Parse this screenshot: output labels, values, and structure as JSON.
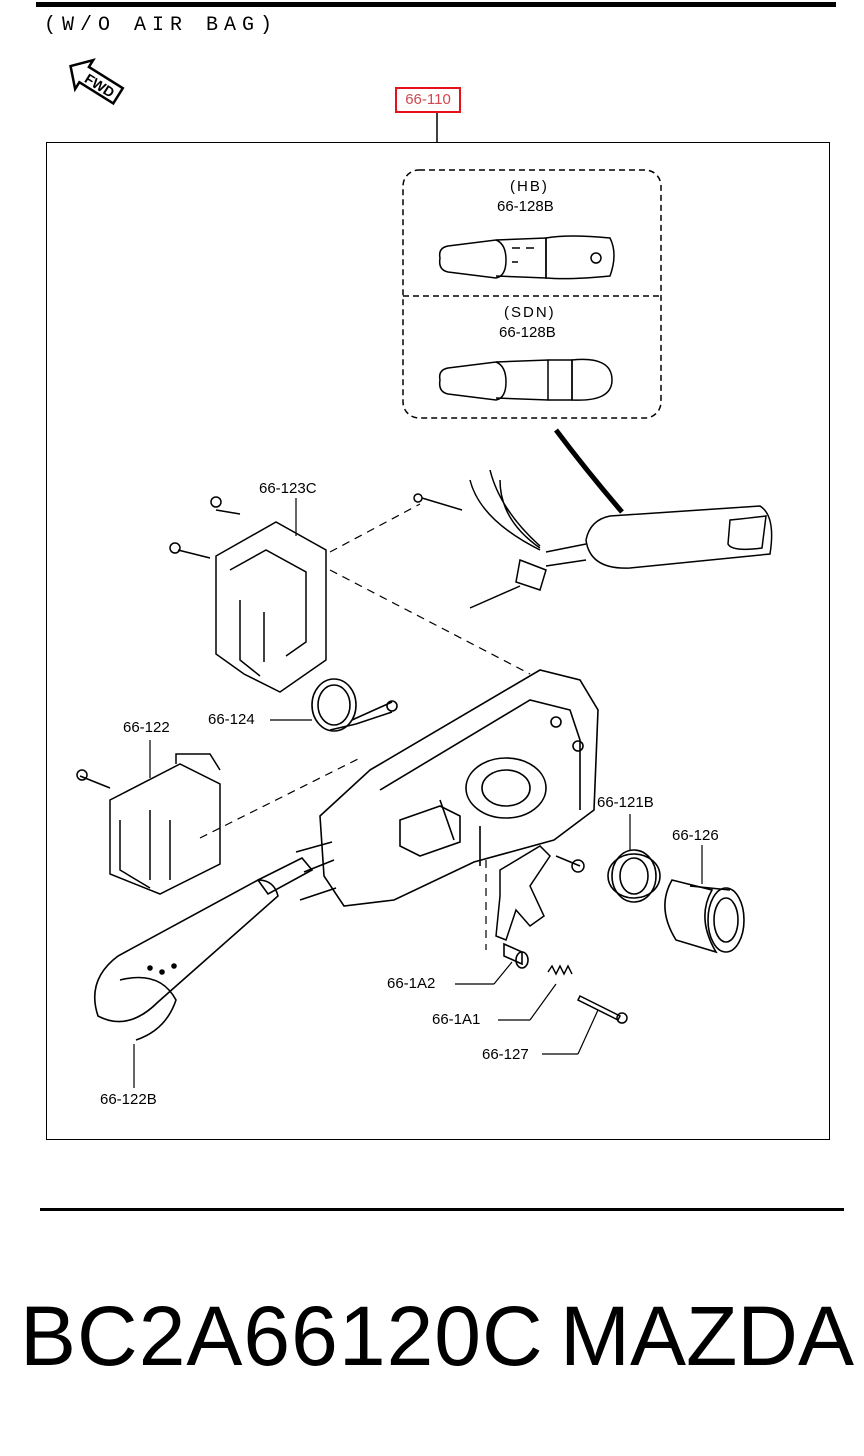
{
  "header": {
    "title": "(W/O AIR BAG)"
  },
  "fwd_badge": {
    "label": "FWD"
  },
  "callout": {
    "label": "66-110",
    "color": "#e8101a"
  },
  "inset": {
    "top_variant": {
      "name": "(HB)",
      "part": "66-128B"
    },
    "bottom_variant": {
      "name": "(SDN)",
      "part": "66-128B"
    }
  },
  "labels": {
    "p123c": "66-123C",
    "p124": "66-124",
    "p122": "66-122",
    "p121b": "66-121B",
    "p126": "66-126",
    "p1a2": "66-1A2",
    "p1a1": "66-1A1",
    "p127": "66-127",
    "p122b": "66-122B"
  },
  "footer": {
    "part_number": "BC2A66120C",
    "brand": "MAZDA"
  }
}
